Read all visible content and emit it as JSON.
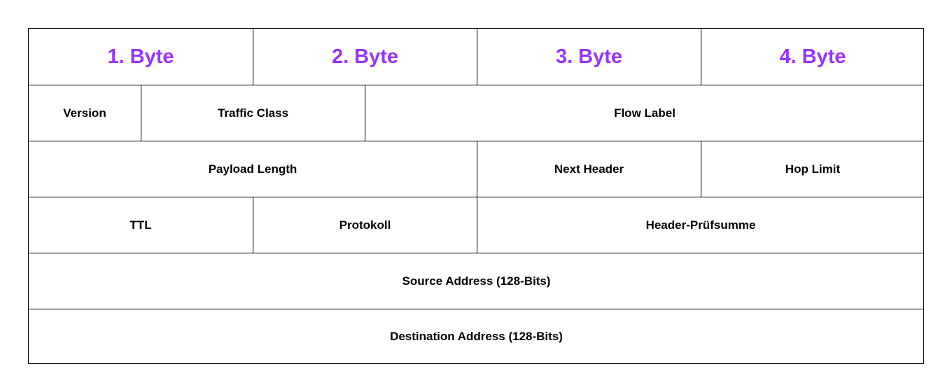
{
  "accent_color": "#9933ff",
  "header": {
    "bytes": [
      "1. Byte",
      "2. Byte",
      "3. Byte",
      "4. Byte"
    ]
  },
  "rows": {
    "row1": {
      "version": "Version",
      "traffic_class": "Traffic Class",
      "flow_label": "Flow Label"
    },
    "row2": {
      "payload_length": "Payload Length",
      "next_header": "Next Header",
      "hop_limit": "Hop Limit"
    },
    "row3": {
      "ttl": "TTL",
      "protocol": "Protokoll",
      "header_checksum": "Header-Prüfsumme"
    },
    "row4": {
      "source_address": "Source Address (128-Bits)"
    },
    "row5": {
      "destination_address": "Destination Address (128-Bits)"
    }
  }
}
